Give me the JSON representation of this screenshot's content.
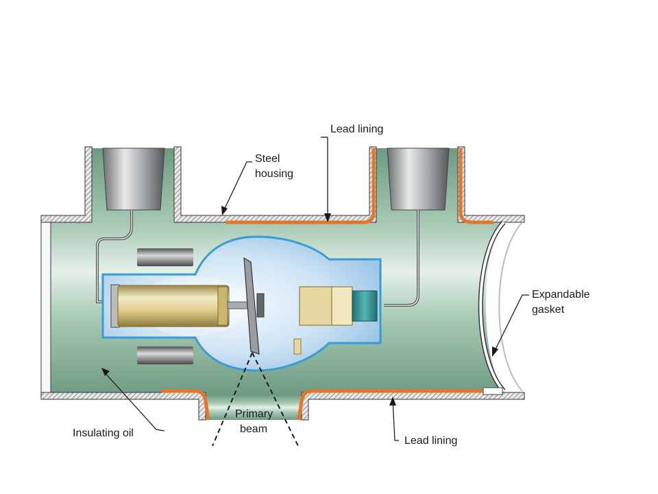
{
  "labels": {
    "lead_lining_top": "Lead lining",
    "steel_housing_line1": "Steel",
    "steel_housing_line2": "housing",
    "expandable_gasket_line1": "Expandable",
    "expandable_gasket_line2": "gasket",
    "insulating_oil": "Insulating oil",
    "primary_beam_line1": "Primary",
    "primary_beam_line2": "beam",
    "lead_lining_bottom": "Lead lining"
  },
  "colors": {
    "oil_green": "#aacbb6",
    "oil_green_light": "#dcebe2",
    "steel": "#8a8d8f",
    "lead_orange": "#e3762a",
    "glass_blue": "#cfe4f4",
    "glass_edge": "#3a9bd4",
    "cathode_gold": "#e6d7a0",
    "anode_teal": "#2c8a8a"
  }
}
